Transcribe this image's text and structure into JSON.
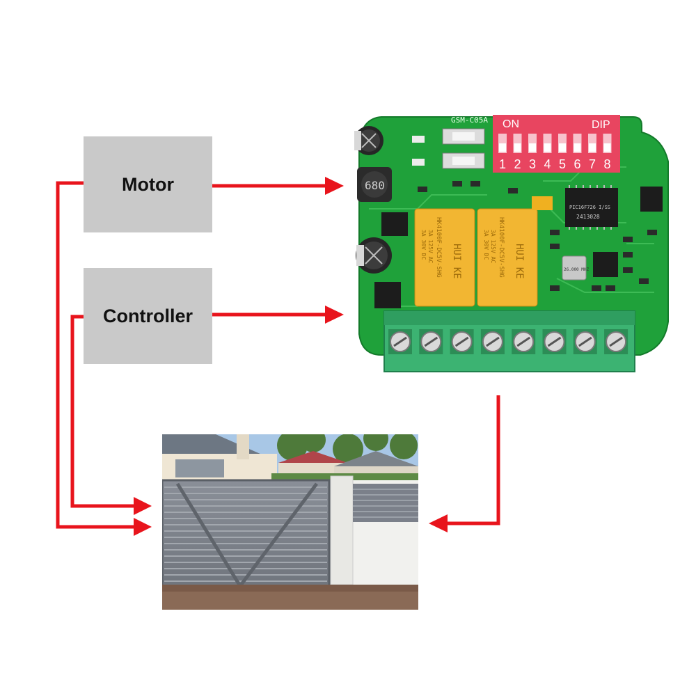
{
  "boxes": {
    "motor_label": "Motor",
    "controller_label": "Controller"
  },
  "pcb": {
    "model_label": "GSM-C05A",
    "dip_on_label": "ON",
    "dip_title_label": "DIP",
    "dip_numbers": [
      "1",
      "2",
      "3",
      "4",
      "5",
      "6",
      "7",
      "8"
    ],
    "inductor_label": "680",
    "relay_brand": "HUI KE",
    "relay_model": "HK4100F-DC5V-SHG",
    "relay_rating_1": "3A 125V AC",
    "relay_rating_2": "3A 30V DC",
    "crystal_label": "26.000 MHZ",
    "mcu_label": "PIC16F726 I/SS",
    "mcu_code": "2413028",
    "terminal_count": 8
  },
  "colors": {
    "arrow": "#e8141c",
    "box_fill": "#c9c9c9",
    "pcb_green": "#1fa13a",
    "dip_red": "#e84560",
    "terminal_green": "#3cb372"
  }
}
